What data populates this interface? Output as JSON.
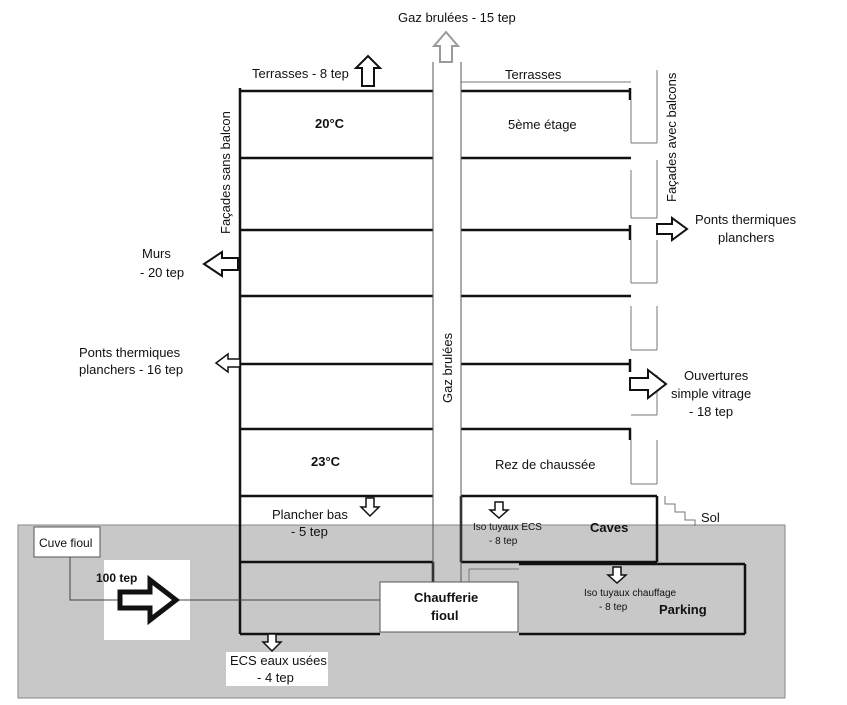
{
  "labels": {
    "gaz_brulees_top": "Gaz brulées - 15 tep",
    "gaz_brulees_chimney": "Gaz brulées",
    "terrasses_loss": "Terrasses - 8 tep",
    "terrasses": "Terrasses",
    "facades_sans_balcon": "Façades sans balcon",
    "facades_avec_balcons": "Façades avec balcons",
    "temp_top": "20°C",
    "temp_bottom": "23°C",
    "etage_5": "5ème étage",
    "rez": "Rez de chaussée",
    "murs_1": "Murs",
    "murs_2": "- 20 tep",
    "pt_left_1": "Ponts thermiques",
    "pt_left_2": "planchers - 16 tep",
    "pt_right_1": "Ponts thermiques",
    "pt_right_2": "planchers",
    "ouv_1": "Ouvertures",
    "ouv_2": "simple vitrage",
    "ouv_3": "- 18 tep",
    "plancher_1": "Plancher bas",
    "plancher_2": "- 5 tep",
    "iso_ecs_1": "Iso tuyaux ECS",
    "iso_ecs_2": "- 8 tep",
    "caves": "Caves",
    "sol": "Sol",
    "cuve": "Cuve fioul",
    "input": "100 tep",
    "chaufferie_1": "Chaufferie",
    "chaufferie_2": "fioul",
    "iso_ch_1": "Iso tuyaux chauffage",
    "iso_ch_2": "- 8 tep",
    "parking": "Parking",
    "ecs_1": "ECS eaux usées",
    "ecs_2": "- 4 tep"
  },
  "colors": {
    "ground": "#c8c8c8",
    "line": "#111111",
    "chimney_arrow": "#9a9a9a"
  }
}
